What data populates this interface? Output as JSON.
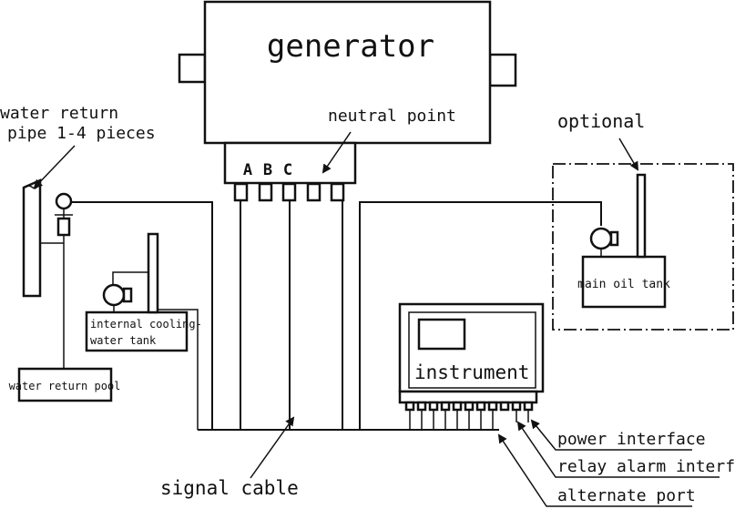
{
  "labels": {
    "generator": "generator",
    "neutral_point": "neutral point",
    "phase_a": "A",
    "phase_b": "B",
    "phase_c": "C",
    "water_return_pipe_line1": "water return",
    "water_return_pipe_line2": "pipe 1-4 pieces",
    "optional": "optional",
    "main_oil_tank": "main oil tank",
    "internal_cooling_line1": "internal cooling-",
    "internal_cooling_line2": "water tank",
    "water_return_pool": "water return pool",
    "instrument": "instrument",
    "power_interface": "power interface",
    "relay_alarm_interface": "relay alarm interface",
    "alternate_port": "alternate port",
    "signal_cable": "signal cable"
  }
}
